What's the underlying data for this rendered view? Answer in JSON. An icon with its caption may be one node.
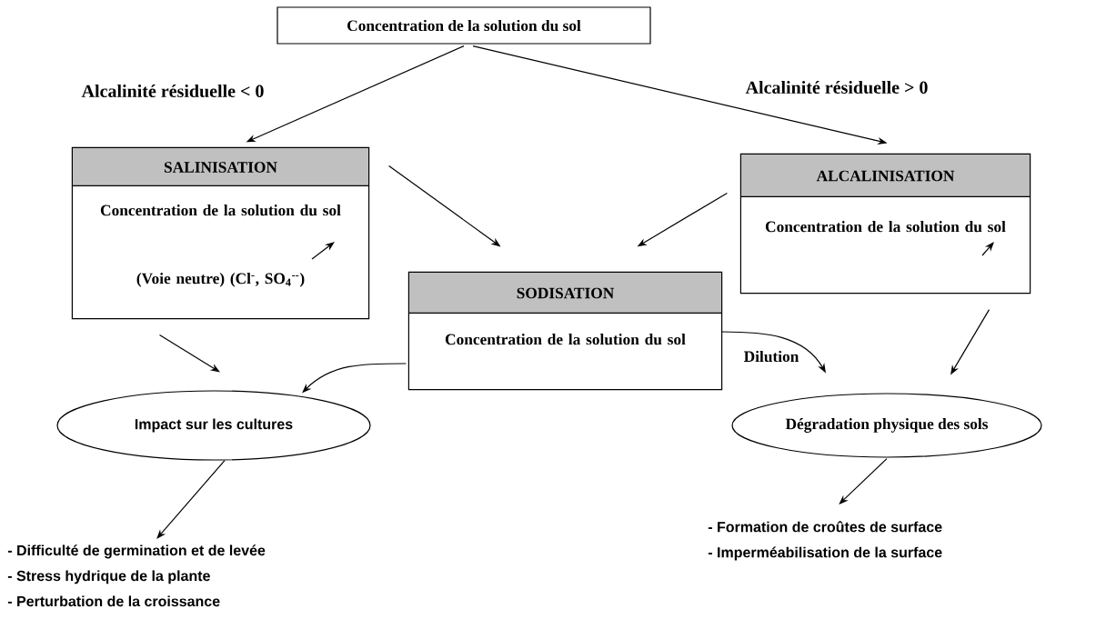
{
  "diagram": {
    "nodes": [
      {
        "text": [
          "Concentration de la solution du sol"
        ]
      },
      {
        "text": [
          "SALINISATION",
          "Concentration de la solution du sol",
          "(Voie neutre) (Cl$^{-}$, SO$_{4}$$^{--}$)"
        ]
      },
      {
        "text": [
          "SODISATION",
          "Concentration de la solution du sol"
        ]
      },
      {
        "text": [
          "ALCALINISATION",
          "Concentration de la solution du sol"
        ]
      },
      {
        "text": [
          "Impact sur les cultures"
        ]
      },
      {
        "text": [
          "Dégradation physique des sols"
        ]
      },
      {
        "text": [
          "- Difficulté de germination et de levée",
          "- Stress hydrique de la plante",
          "- Perturbation de la croissance"
        ]
      },
      {
        "text": [
          "- Formation de croûtes de surface",
          "- Imperméabilisation de la surface"
        ]
      }
    ],
    "edges": [
      {
        "from": 0,
        "to": 1,
        "arrow": "to"
      },
      {
        "from": 0,
        "to": 3,
        "arrow": "to"
      },
      {
        "from": 1,
        "to": 2,
        "arrow": "to"
      },
      {
        "from": 3,
        "to": 2,
        "arrow": "to"
      },
      {
        "from": 1,
        "to": 4,
        "arrow": "to"
      },
      {
        "from": 2,
        "to": 4,
        "arrow": "to"
      },
      {
        "from": 2,
        "to": 5,
        "arrow": "to",
        "label": "Dilution"
      },
      {
        "from": 3,
        "to": 5,
        "arrow": "to"
      },
      {
        "from": 4,
        "to": 6,
        "arrow": "to"
      },
      {
        "from": 5,
        "to": 7,
        "arrow": "to"
      }
    ],
    "labels": [
      "Alcalinité résiduelle  < 0",
      "Alcalinité résiduelle  > 0"
    ]
  }
}
